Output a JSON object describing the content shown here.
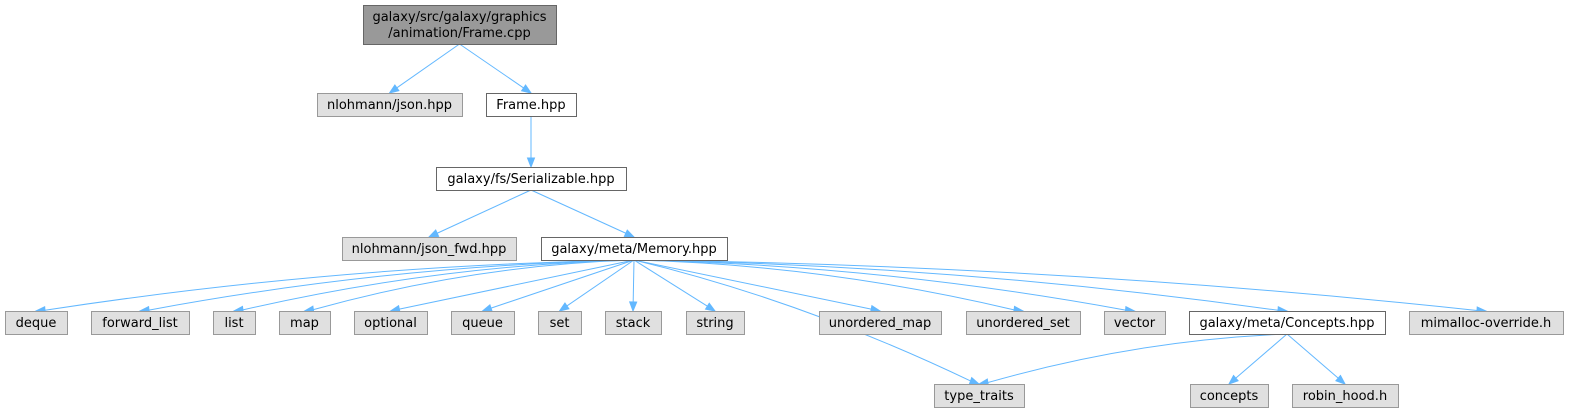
{
  "graph": {
    "colors": {
      "edge": "#63b8ff",
      "root_fill": "#999999",
      "doc_fill": "#ffffff",
      "system_fill": "#e0e0e0",
      "border": "#666666",
      "system_border": "#999999"
    },
    "nodes": [
      {
        "id": "frame_cpp",
        "label": "galaxy/src/galaxy/graphics",
        "label2": "/animation/Frame.cpp",
        "kind": "root"
      },
      {
        "id": "json_hpp",
        "label": "nlohmann/json.hpp",
        "kind": "system"
      },
      {
        "id": "frame_hpp",
        "label": "Frame.hpp",
        "kind": "documented"
      },
      {
        "id": "serializable",
        "label": "galaxy/fs/Serializable.hpp",
        "kind": "documented"
      },
      {
        "id": "json_fwd",
        "label": "nlohmann/json_fwd.hpp",
        "kind": "system"
      },
      {
        "id": "memory",
        "label": "galaxy/meta/Memory.hpp",
        "kind": "documented"
      },
      {
        "id": "deque",
        "label": "deque",
        "kind": "system"
      },
      {
        "id": "forward_list",
        "label": "forward_list",
        "kind": "system"
      },
      {
        "id": "list",
        "label": "list",
        "kind": "system"
      },
      {
        "id": "map",
        "label": "map",
        "kind": "system"
      },
      {
        "id": "optional",
        "label": "optional",
        "kind": "system"
      },
      {
        "id": "queue",
        "label": "queue",
        "kind": "system"
      },
      {
        "id": "set",
        "label": "set",
        "kind": "system"
      },
      {
        "id": "stack",
        "label": "stack",
        "kind": "system"
      },
      {
        "id": "string",
        "label": "string",
        "kind": "system"
      },
      {
        "id": "unordered_map",
        "label": "unordered_map",
        "kind": "system"
      },
      {
        "id": "unordered_set",
        "label": "unordered_set",
        "kind": "system"
      },
      {
        "id": "vector",
        "label": "vector",
        "kind": "system"
      },
      {
        "id": "concepts_hpp",
        "label": "galaxy/meta/Concepts.hpp",
        "kind": "documented"
      },
      {
        "id": "mimalloc",
        "label": "mimalloc-override.h",
        "kind": "system"
      },
      {
        "id": "type_traits",
        "label": "type_traits",
        "kind": "system"
      },
      {
        "id": "concepts",
        "label": "concepts",
        "kind": "system"
      },
      {
        "id": "robin_hood",
        "label": "robin_hood.h",
        "kind": "system"
      }
    ],
    "edges": [
      [
        "frame_cpp",
        "json_hpp"
      ],
      [
        "frame_cpp",
        "frame_hpp"
      ],
      [
        "frame_hpp",
        "serializable"
      ],
      [
        "serializable",
        "json_fwd"
      ],
      [
        "serializable",
        "memory"
      ],
      [
        "memory",
        "deque"
      ],
      [
        "memory",
        "forward_list"
      ],
      [
        "memory",
        "list"
      ],
      [
        "memory",
        "map"
      ],
      [
        "memory",
        "optional"
      ],
      [
        "memory",
        "queue"
      ],
      [
        "memory",
        "set"
      ],
      [
        "memory",
        "stack"
      ],
      [
        "memory",
        "string"
      ],
      [
        "memory",
        "type_traits"
      ],
      [
        "memory",
        "unordered_map"
      ],
      [
        "memory",
        "unordered_set"
      ],
      [
        "memory",
        "vector"
      ],
      [
        "memory",
        "concepts_hpp"
      ],
      [
        "memory",
        "mimalloc"
      ],
      [
        "concepts_hpp",
        "type_traits"
      ],
      [
        "concepts_hpp",
        "concepts"
      ],
      [
        "concepts_hpp",
        "robin_hood"
      ]
    ]
  }
}
